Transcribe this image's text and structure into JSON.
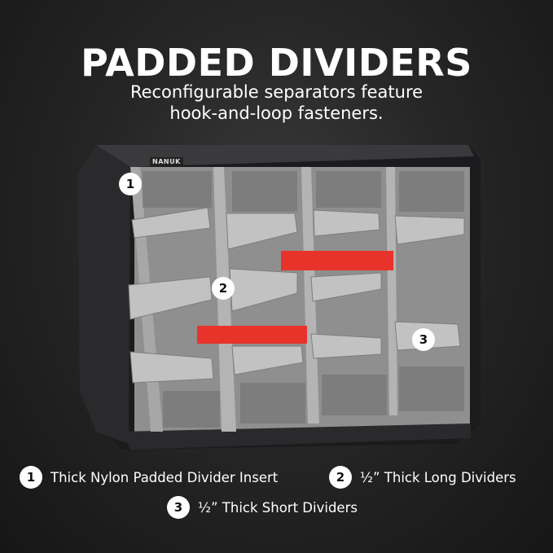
{
  "header": {
    "title": "PADDED DIVIDERS",
    "subtitle_line1": "Reconfigurable separators feature",
    "subtitle_line2": "hook-and-loop fasteners."
  },
  "photo": {
    "brand": "NANUK",
    "markers": [
      "1",
      "2",
      "3"
    ]
  },
  "legend": [
    {
      "num": "1",
      "label": "Thick Nylon Padded Divider Insert"
    },
    {
      "num": "2",
      "label": "½” Thick Long Dividers"
    },
    {
      "num": "3",
      "label": "½” Thick Short Dividers"
    }
  ],
  "colors": {
    "strap": "#e8332a",
    "padding": "#9a9a9a",
    "case": "#1c1c1e"
  }
}
